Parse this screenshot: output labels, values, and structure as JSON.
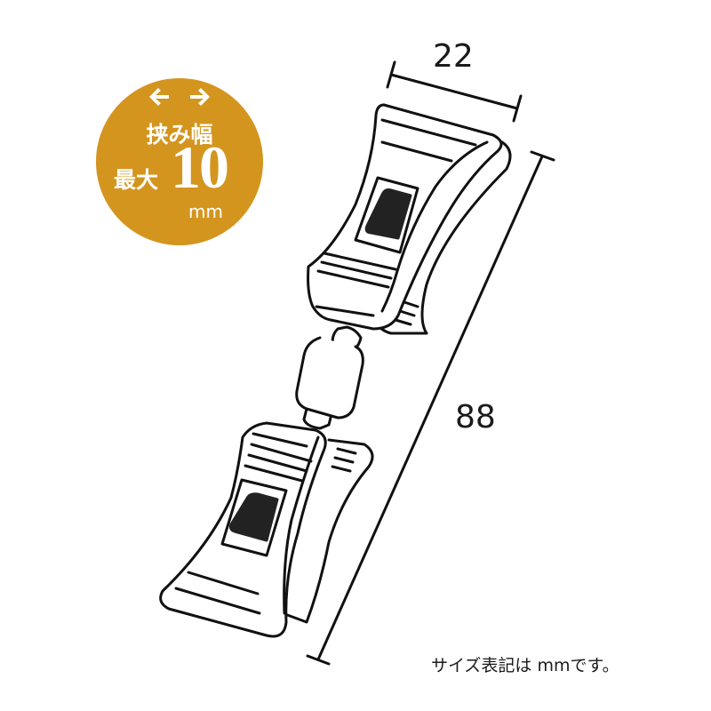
{
  "badge": {
    "line1": "挟み幅",
    "line2_label": "最大",
    "value": "10",
    "unit": "mm",
    "color": "#d4951f",
    "icon": "double-horizontal-arrows-icon"
  },
  "dimensions": {
    "width": "22",
    "height": "88"
  },
  "note": "サイズ表記は mmです。",
  "product": {
    "description": "Double-ended swivel clip with two clamp heads",
    "clip_count": 2
  }
}
